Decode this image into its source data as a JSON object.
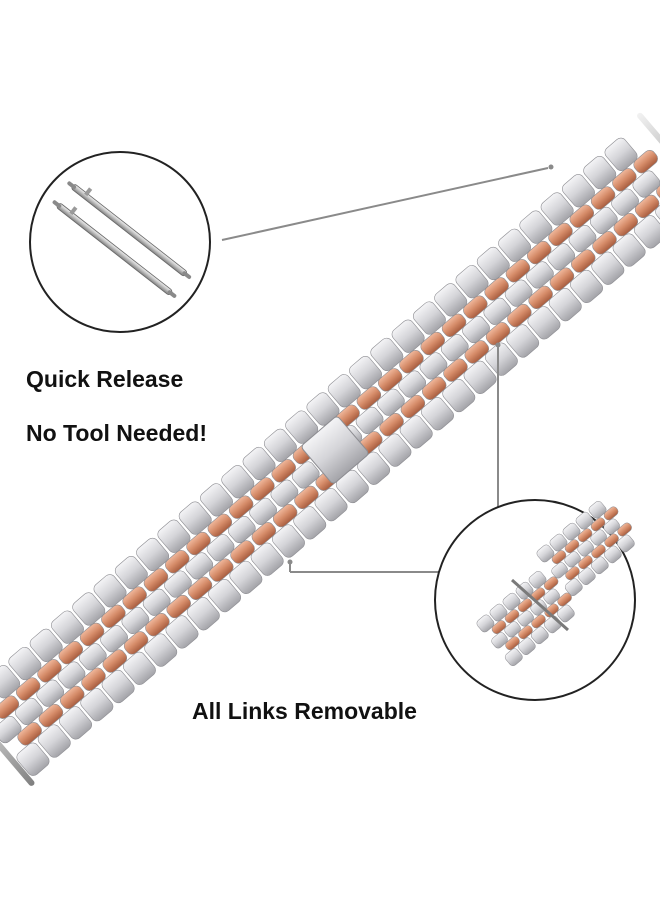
{
  "captions": {
    "quick_release": "Quick Release",
    "no_tool": "No Tool Needed!",
    "all_links": "All Links  Removable"
  },
  "colors": {
    "silver": "#d9d9dc",
    "silver_dark": "#a9a9ad",
    "rose_gold": "#d7906f",
    "rose_gold_dark": "#b8694a",
    "outline": "#222222",
    "leader_line": "#888888"
  },
  "icons": {
    "pins": "spring-bar-pins-icon",
    "links_detail": "detached-links-icon"
  }
}
